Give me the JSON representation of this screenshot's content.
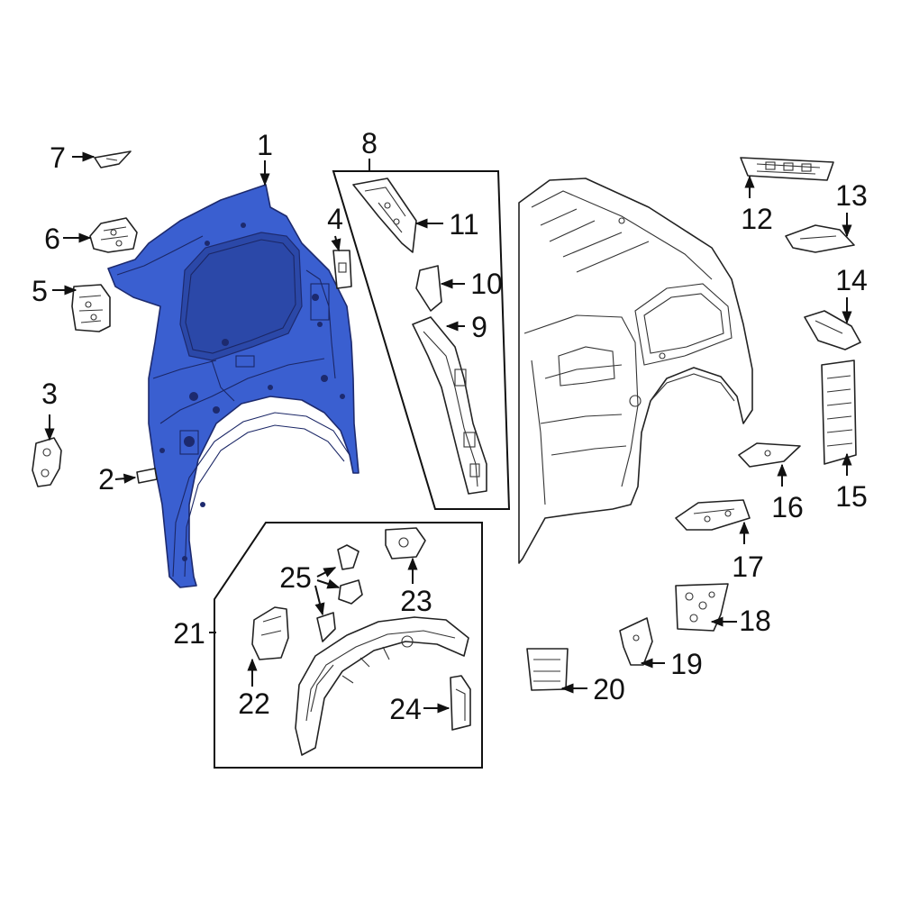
{
  "colors": {
    "highlight": "#3a5fd0",
    "outline": "#111111",
    "background": "#ffffff"
  },
  "callouts": {
    "c1": "1",
    "c2": "2",
    "c3": "3",
    "c4": "4",
    "c5": "5",
    "c6": "6",
    "c7": "7",
    "c8": "8",
    "c9": "9",
    "c10": "10",
    "c11": "11",
    "c12": "12",
    "c13": "13",
    "c14": "14",
    "c15": "15",
    "c16": "16",
    "c17": "17",
    "c18": "18",
    "c19": "19",
    "c20": "20",
    "c21": "21",
    "c22": "22",
    "c23": "23",
    "c24": "24",
    "c25": "25"
  }
}
